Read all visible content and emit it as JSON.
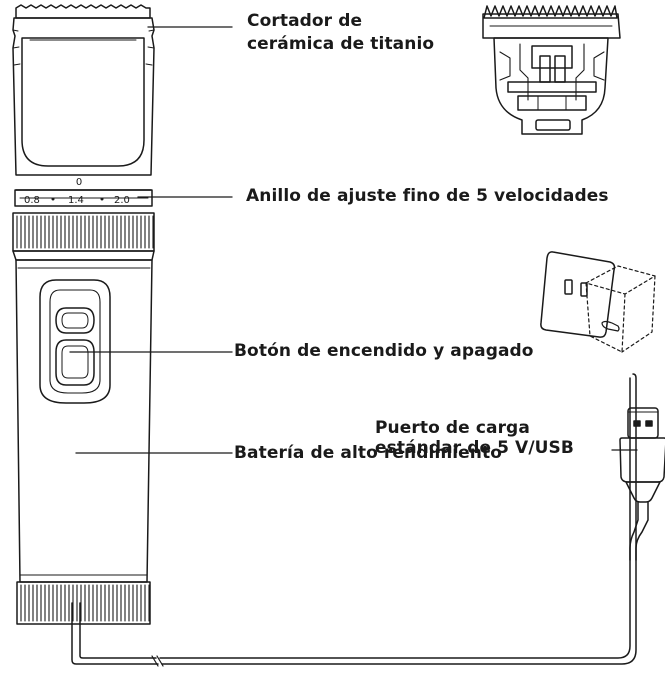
{
  "labels": {
    "cutter_line1": "Cortador de",
    "cutter_line2": "cerámica de titanio",
    "ring": "Anillo de ajuste fino de 5 velocidades",
    "power_button": "Botón de encendido y apagado",
    "port_line1": "Puerto de carga",
    "port_line2": "estándar de 5 V/USB",
    "battery": "Batería de alto rendimiento"
  },
  "ring_scale": {
    "indicator": "0",
    "marks": [
      "0.8",
      "1.4",
      "2.0"
    ]
  },
  "colors": {
    "line": "#1a1a1a",
    "background": "#ffffff"
  }
}
